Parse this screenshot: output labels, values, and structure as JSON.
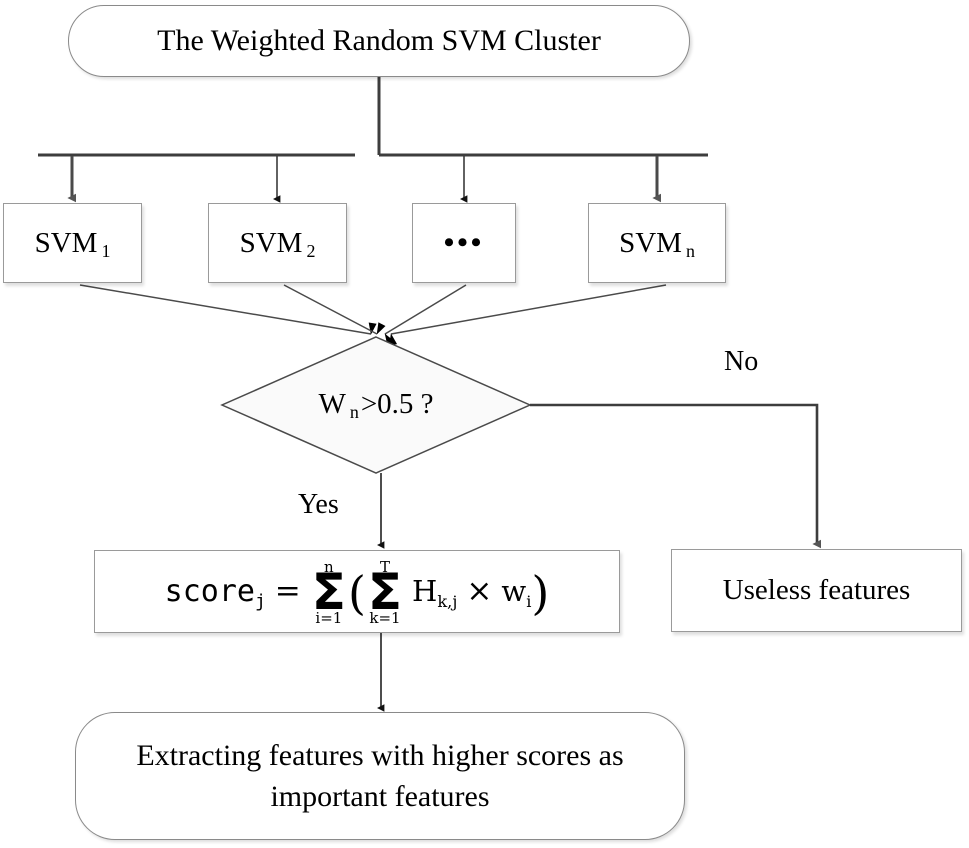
{
  "diagram": {
    "title_node": {
      "id": "start",
      "shape": "rounded-rectangle",
      "text": "The Weighted Random SVM Cluster"
    },
    "svm_nodes": [
      {
        "id": "svm-1",
        "base": "SVM",
        "sub": "1",
        "shape": "rectangle"
      },
      {
        "id": "svm-2",
        "base": "SVM",
        "sub": "2",
        "shape": "rectangle"
      },
      {
        "id": "svm-dots",
        "base": "•••",
        "sub": "",
        "shape": "rectangle"
      },
      {
        "id": "svm-n",
        "base": "SVM",
        "sub": "n",
        "shape": "rectangle"
      }
    ],
    "decision": {
      "id": "decision",
      "shape": "diamond",
      "var": "W",
      "sub": "n",
      "condition": ">0.5 ?"
    },
    "edge_labels": {
      "yes": "Yes",
      "no": "No"
    },
    "formula_node": {
      "id": "formula",
      "shape": "rectangle",
      "lhs_base": "score",
      "lhs_sub": "j",
      "equals": "=",
      "outer_sum_upper": "n",
      "outer_sum_lower": "i=1",
      "open_paren": "(",
      "inner_sum_upper": "T",
      "inner_sum_lower": "k=1",
      "term_h_base": "H",
      "term_h_sub": "k,j",
      "times": "×",
      "term_w_base": "w",
      "term_w_sub": "i",
      "close_paren": ")",
      "plain_text": "score_j = ∑(i=1..n) ( ∑(k=1..T) H_{k,j} × w_i )"
    },
    "useless_node": {
      "id": "useless",
      "shape": "rectangle",
      "text": "Useless features"
    },
    "end_node": {
      "id": "end",
      "shape": "rounded-rectangle",
      "line1": "Extracting features with higher scores  as",
      "line2": "important features"
    },
    "colors": {
      "stroke": "#4a4a4a",
      "node_border": "#9a9a9a",
      "node_fill": "#ffffff",
      "decision_fill": "#fafafa",
      "text": "#000000"
    }
  }
}
